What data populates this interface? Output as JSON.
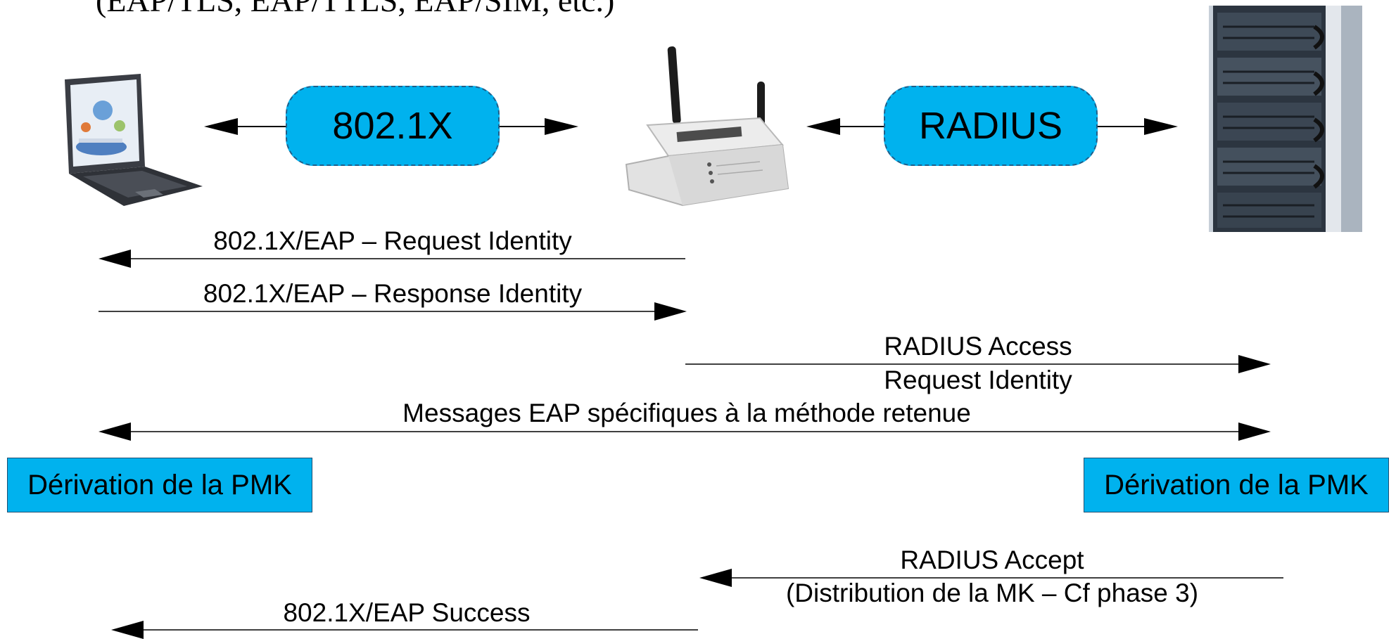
{
  "header": {
    "methods_text": "(EAP/TLS, EAP/TTLS, EAP/SIM, etc.)"
  },
  "protocols": {
    "left": "802.1X",
    "right": "RADIUS"
  },
  "devices": {
    "client": {
      "icon": "laptop-icon"
    },
    "access_point": {
      "icon": "wireless-router-icon"
    },
    "server": {
      "icon": "server-rack-icon"
    }
  },
  "messages": [
    {
      "label": "802.1X/EAP – Request Identity",
      "direction": "right-to-left"
    },
    {
      "label": "802.1X/EAP – Response Identity",
      "direction": "left-to-right"
    },
    {
      "label_line1": "RADIUS Access",
      "label_line2": "Request Identity",
      "direction": "left-to-right"
    },
    {
      "label": "Messages EAP spécifiques à la méthode retenue",
      "direction": "bidirectional"
    },
    {
      "label_line1": "RADIUS Accept",
      "label_line2": "(Distribution de la MK – Cf phase 3)",
      "direction": "right-to-left"
    },
    {
      "label": "802.1X/EAP Success",
      "direction": "right-to-left"
    }
  ],
  "pmk": {
    "left": "Dérivation de la PMK",
    "right": "Dérivation de la PMK"
  },
  "colors": {
    "accent": "#00b2ee",
    "border": "#1f5f8a",
    "line": "#000000"
  }
}
